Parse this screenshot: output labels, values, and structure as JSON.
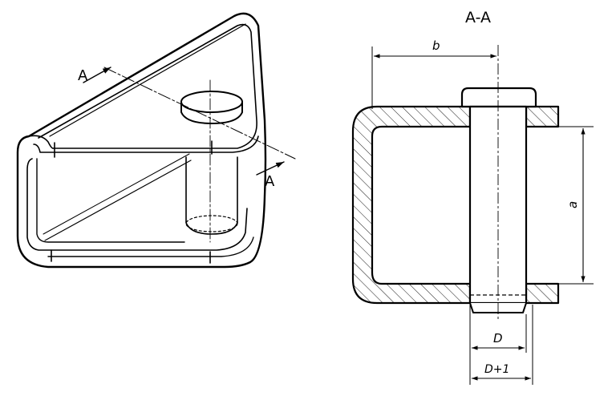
{
  "iso_view": {
    "section_marker_upper": "A",
    "section_marker_lower": "A"
  },
  "section_view": {
    "title": "A-A",
    "dim_b": "b",
    "dim_a": "a",
    "dim_D": "D",
    "dim_D_plus_1": "D+1"
  }
}
